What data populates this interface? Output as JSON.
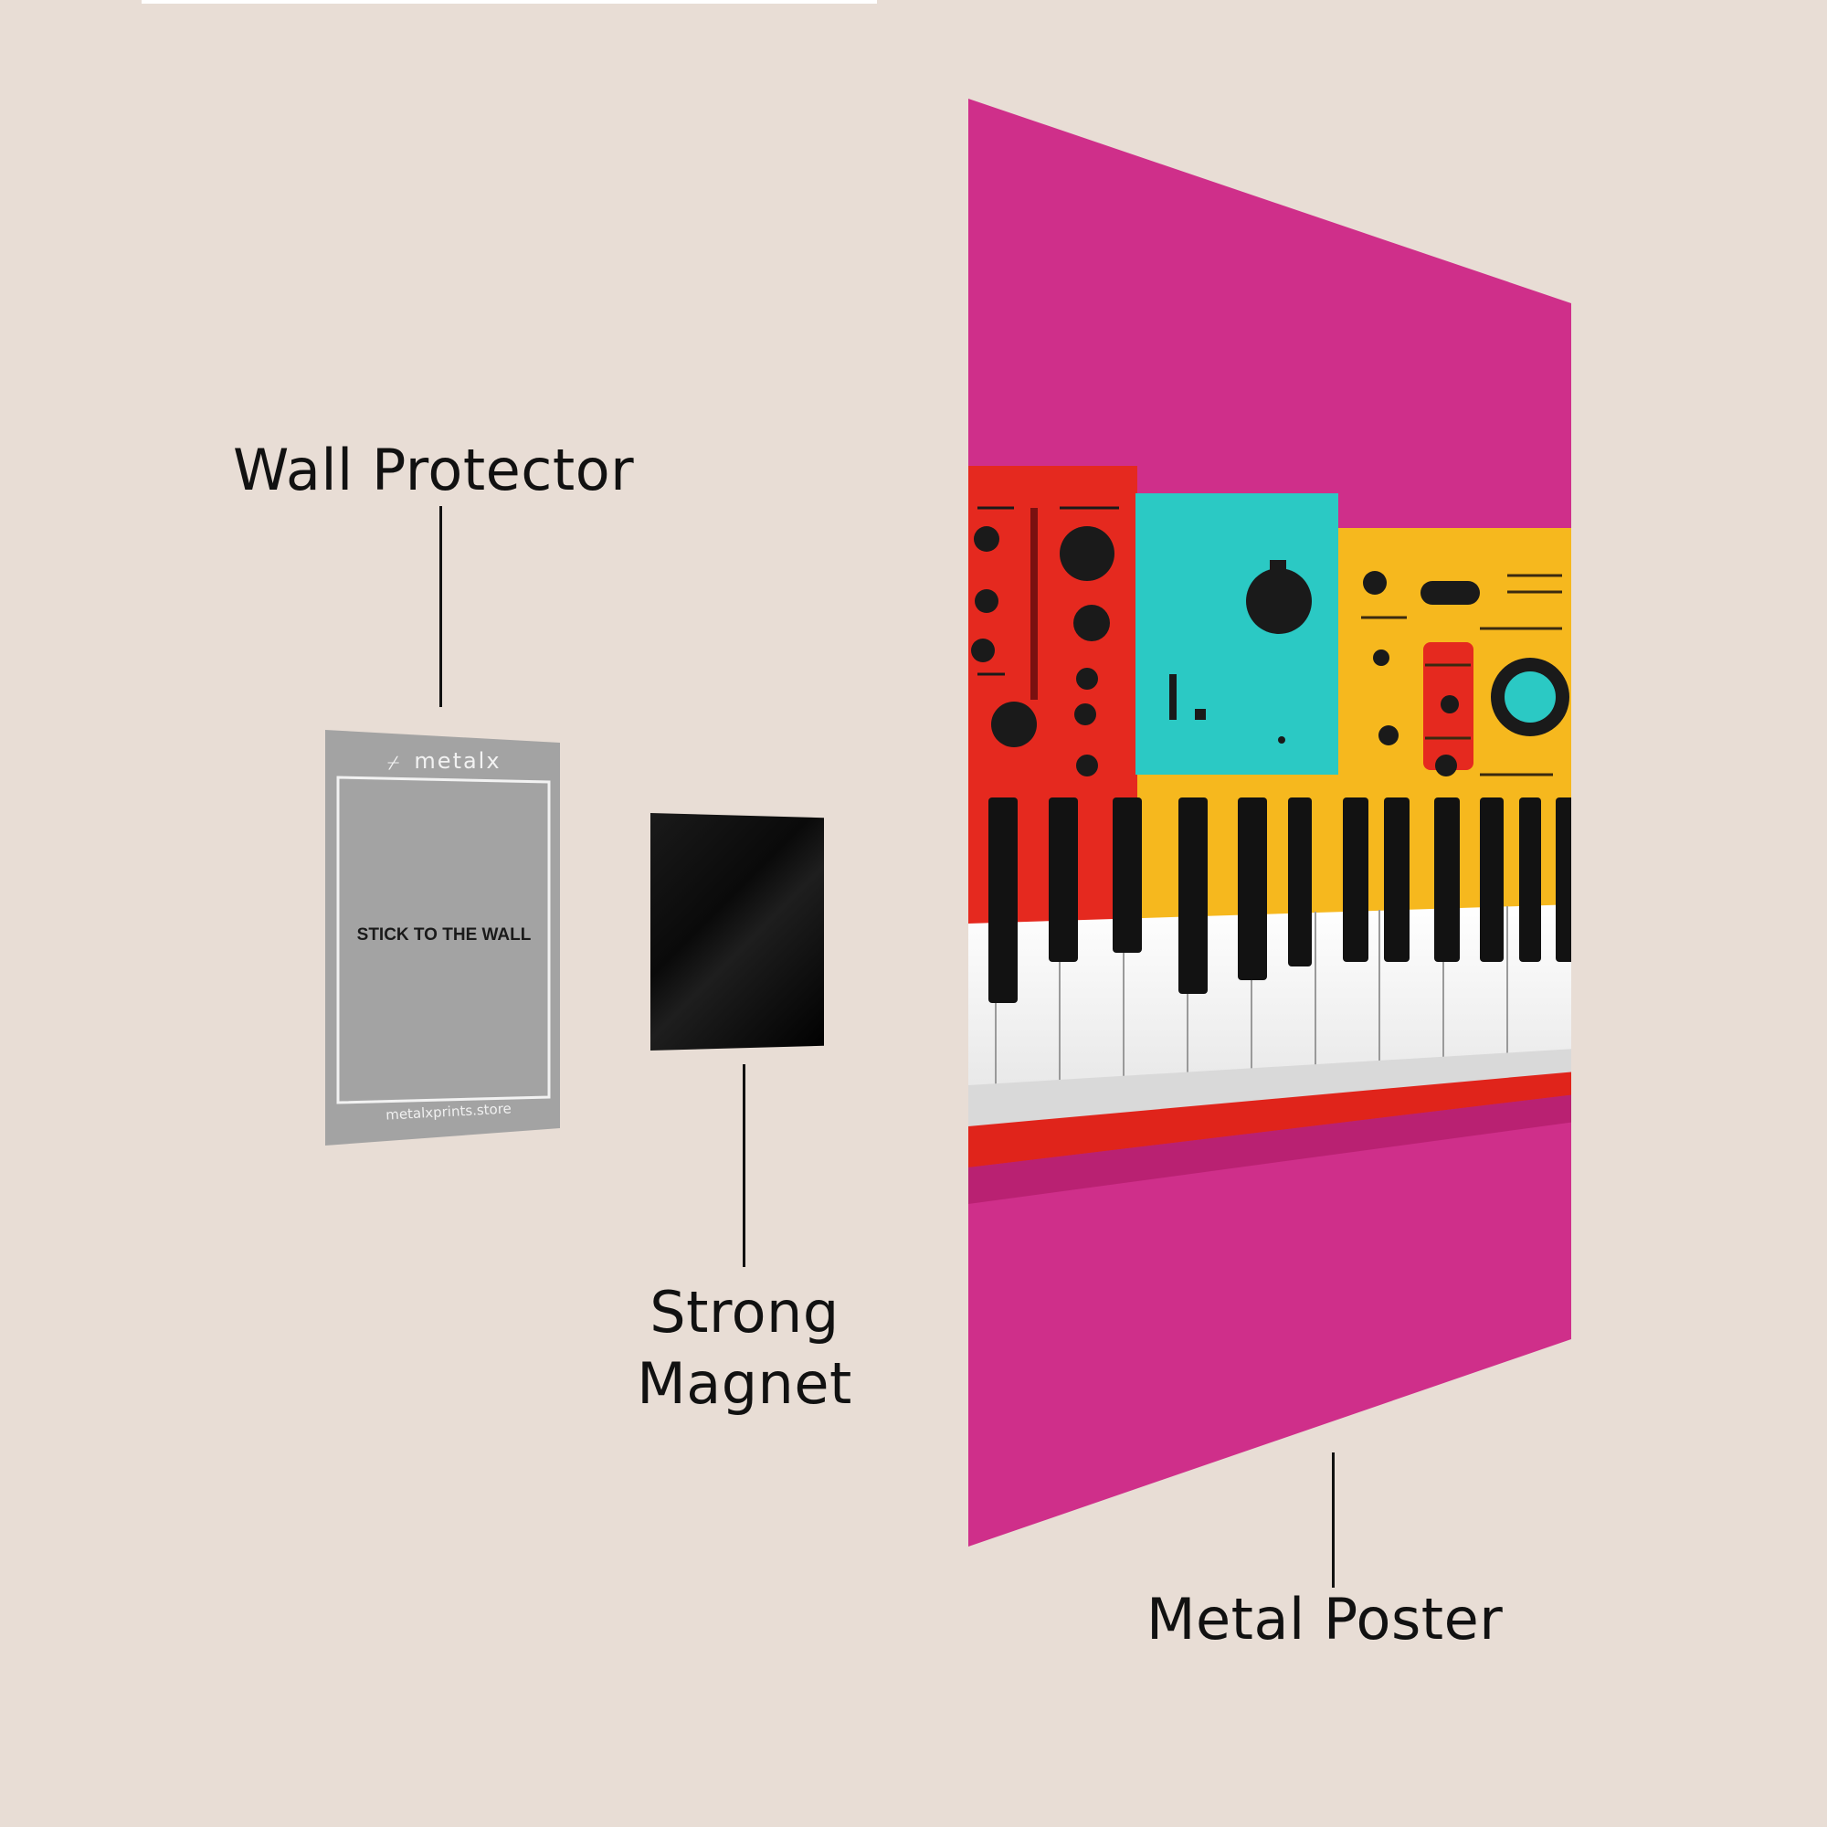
{
  "labels": {
    "wall_protector": "Wall Protector",
    "strong_magnet": "Strong Magnet",
    "metal_poster": "Metal Poster"
  },
  "protector": {
    "brand": "metalx",
    "instruction": "STICK TO THE WALL",
    "website": "metalxprints.store"
  },
  "colors": {
    "background": "#e8ddd5",
    "poster_magenta": "#cf2f8a",
    "synth_red": "#e5291f",
    "synth_teal": "#2bc9c4",
    "synth_yellow": "#f6b81e",
    "protector_gray": "#a3a3a3",
    "magnet_black": "#0a0a0a"
  },
  "icons": {
    "brand_logo": "metalx-logo-icon"
  }
}
